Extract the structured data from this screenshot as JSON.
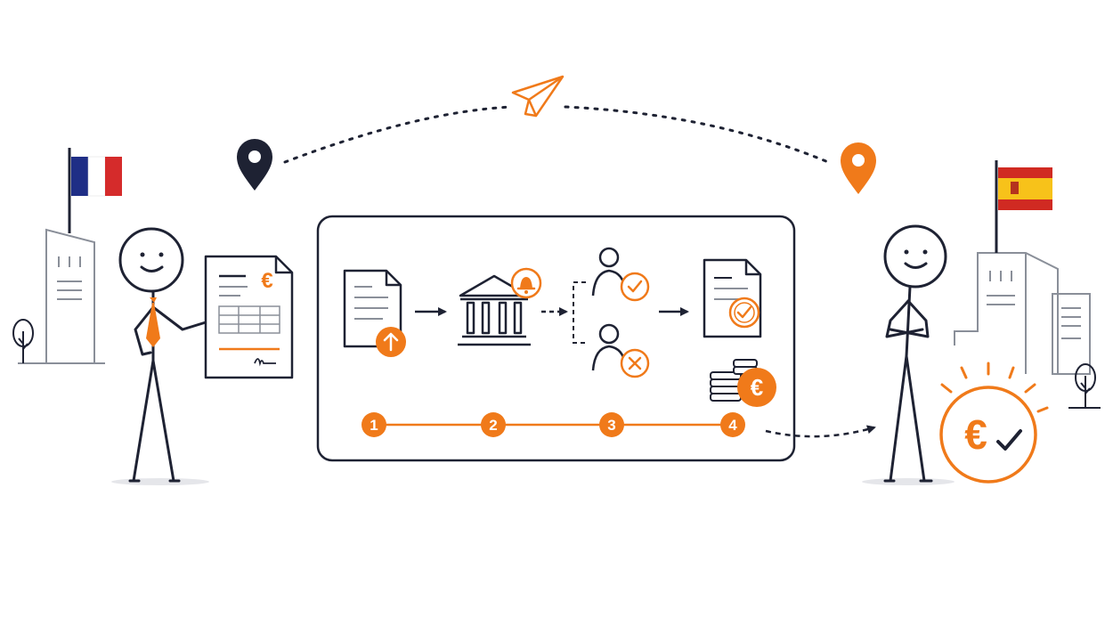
{
  "colors": {
    "accent": "#F07A1A",
    "ink": "#1E2233",
    "muted": "#8A8F99",
    "france_blue": "#1F2E86",
    "france_red": "#D52B2B",
    "spain_red": "#D02A22",
    "spain_yellow": "#F7C21A"
  },
  "origin": {
    "country_flag": "france-flag"
  },
  "destination": {
    "country_flag": "spain-flag"
  },
  "currency_symbol": "€",
  "process": {
    "steps": [
      {
        "number": "1",
        "icon": "document-upload-icon"
      },
      {
        "number": "2",
        "icon": "bank-notification-icon"
      },
      {
        "number": "3",
        "icon": "approve-reject-icon"
      },
      {
        "number": "4",
        "icon": "verified-document-payment-icon"
      }
    ]
  }
}
